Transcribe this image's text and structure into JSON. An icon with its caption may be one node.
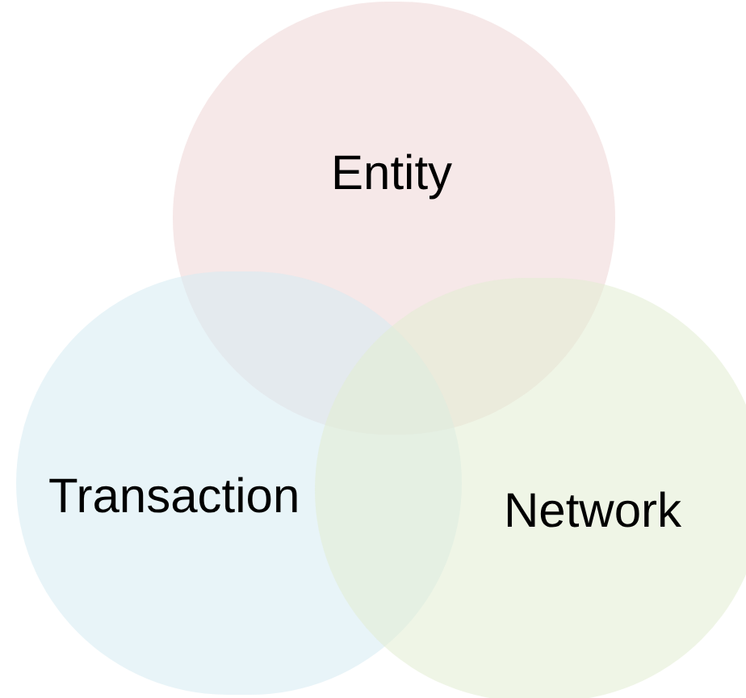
{
  "diagram": {
    "nodes": [
      {
        "text": [
          "Entity"
        ]
      },
      {
        "text": [
          "Transaction"
        ]
      },
      {
        "text": [
          "Network"
        ]
      }
    ]
  }
}
